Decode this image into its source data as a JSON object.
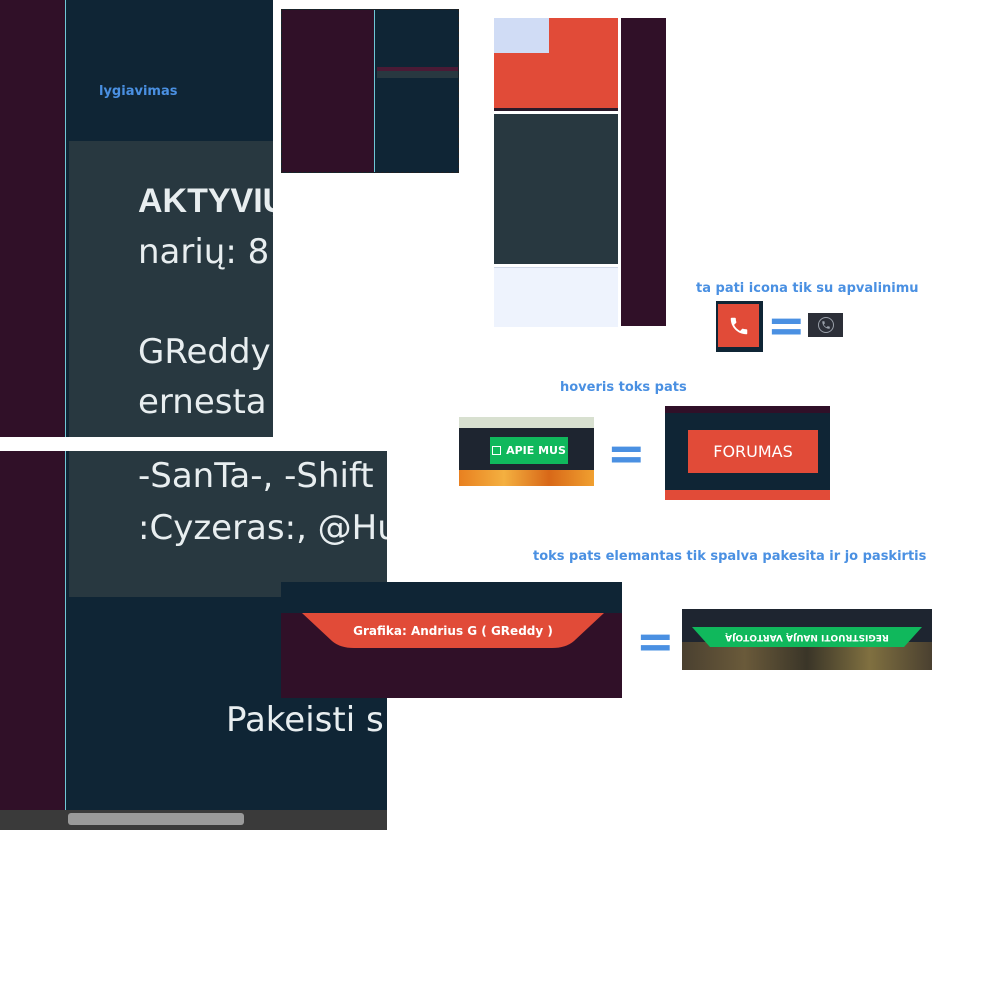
{
  "annotations": {
    "alignment": "lygiavimas",
    "rounded_icon": "ta pati icona tik su apvalinimu",
    "hover_same": "hoveris toks pats",
    "color_changed": "toks pats elemantas tik spalva pakesita ir jo paskirtis",
    "equals_sign": "="
  },
  "zoomed_text": {
    "line1": "AKTYVIŲ",
    "line2": "narių: 8",
    "line3": "GReddy",
    "line4": "ernesta",
    "line5": "-SanTa-, -Shift",
    "line6": ":Cyzeras:, @Hu",
    "line7": "Pakeisti s"
  },
  "buttons": {
    "apie_mus": "APIE MUS",
    "forumas": "FORUMAS",
    "credit": "Grafika: Andrius G ( GReddy )",
    "register_flipped": "REGISTRUOTI NAUJĄ VARTOTOJĄ"
  },
  "icons": {
    "phone_square": "phone-icon",
    "phone_round": "phone-round-icon",
    "apie_mus_icon": "info-icon"
  },
  "colors": {
    "navy": "#0f2535",
    "purple": "#301028",
    "red": "#e14b38",
    "green": "#10b85c",
    "accent_blue": "#4a90e2",
    "slate": "#283840"
  }
}
